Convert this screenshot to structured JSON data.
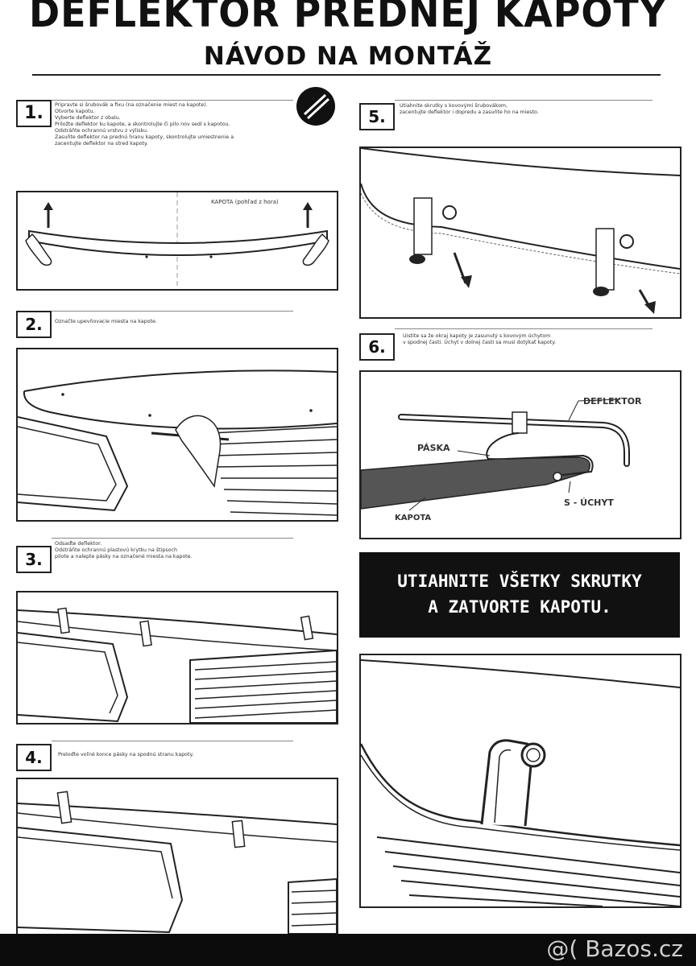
{
  "header": {
    "title": "DEFLEKTOR PREDNEJ KAPOTY",
    "subtitle": "NÁVOD NA MONTÁŽ"
  },
  "steps": [
    {
      "number": "1.",
      "lines": [
        "Pripravte si šrubovák a fixu (na označenie miest na kapote).",
        "Otvorte kapotu.",
        "Vyberte deflektor z obalu.",
        "Priložte deflektor ku kapote, a skontrolujte či pilo nov sedí s kapotou.",
        "Odstráňte ochrannú vrstvu z výlisku.",
        "Zasuňte deflektor na prednú hranu kapoty, skontrolujte umiestnenie a",
        "zacentujte deflektor na stred kapoty."
      ],
      "diagram_label": "KAPOTA (pohľad z hora)"
    },
    {
      "number": "2.",
      "lines": [
        "Označte upevňovacie miesta na kapote."
      ]
    },
    {
      "number": "3.",
      "lines": [
        "Odsaďte deflektor.",
        "Odstráňte ochrannú plastovú krytku na štipsoch",
        "pilote a nalepte pásky na označené miesta na kapote."
      ]
    },
    {
      "number": "4.",
      "lines": [
        "Preloďte voľné konce pásky na spodnú stranu kapoty."
      ]
    },
    {
      "number": "5.",
      "lines": [
        "Utiahnite skrutky s kovovými šrubovákom,",
        "zacentujte deflektor i dopredu a zasuňte ho na miesto."
      ]
    },
    {
      "number": "6.",
      "lines": [
        "Uistite sa že okraj kapoty je zasunutý s kovovým úchytom",
        "v spodnej časti. Úchyt v dolnej časti sa musí dotýkať kapoty."
      ],
      "labels": {
        "deflektor": "DEFLEKTOR",
        "paska": "PÁSKA",
        "uchyt": "S - ÚCHYT",
        "kapota": "KAPOTA"
      }
    }
  ],
  "banner": {
    "line1": "UTIAHNITE VŠETKY SKRUTKY",
    "line2": "A ZATVORTE KAPOTU."
  },
  "watermark": "@( Bazos.cz"
}
